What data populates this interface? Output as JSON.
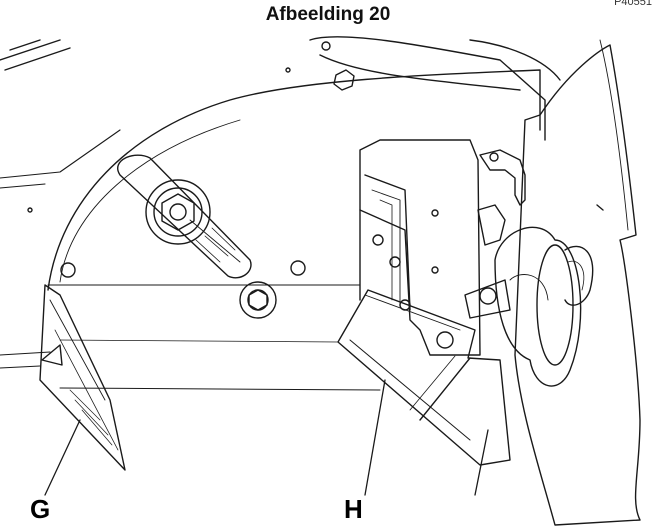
{
  "figure": {
    "title": "Afbeelding 20",
    "code": "P40551",
    "callouts": {
      "g": "G",
      "h": "H"
    }
  }
}
